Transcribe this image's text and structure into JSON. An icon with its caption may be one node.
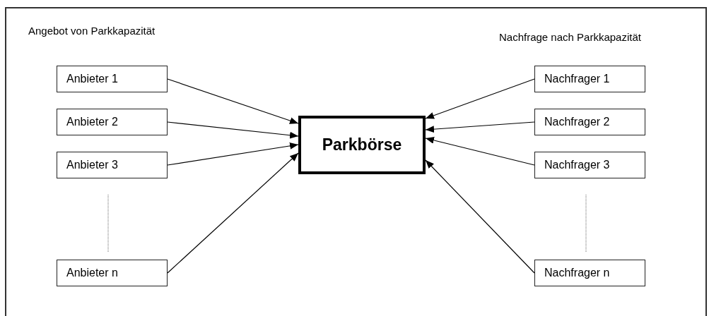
{
  "diagram": {
    "nodes": [
      {
        "text": [
          "Anbieter 1"
        ]
      },
      {
        "text": [
          "Anbieter 2"
        ]
      },
      {
        "text": [
          "Anbieter 3"
        ]
      },
      {
        "text": [
          "Anbieter n"
        ]
      },
      {
        "text": [
          "Parkbörse"
        ]
      },
      {
        "text": [
          "Nachfrager 1"
        ]
      },
      {
        "text": [
          "Nachfrager 2"
        ]
      },
      {
        "text": [
          "Nachfrager 3"
        ]
      },
      {
        "text": [
          "Nachfrager n"
        ]
      }
    ],
    "edges": [
      {
        "from": 0,
        "to": 4,
        "arrow": "to"
      },
      {
        "from": 1,
        "to": 4,
        "arrow": "to"
      },
      {
        "from": 2,
        "to": 4,
        "arrow": "to"
      },
      {
        "from": 3,
        "to": 4,
        "arrow": "to"
      },
      {
        "from": 5,
        "to": 4,
        "arrow": "to"
      },
      {
        "from": 6,
        "to": 4,
        "arrow": "to"
      },
      {
        "from": 7,
        "to": 4,
        "arrow": "to"
      },
      {
        "from": 8,
        "to": 4,
        "arrow": "to"
      }
    ],
    "labels": [
      "Angebot von Parkkapazität",
      "Nachfrage nach Parkkapazität"
    ]
  }
}
